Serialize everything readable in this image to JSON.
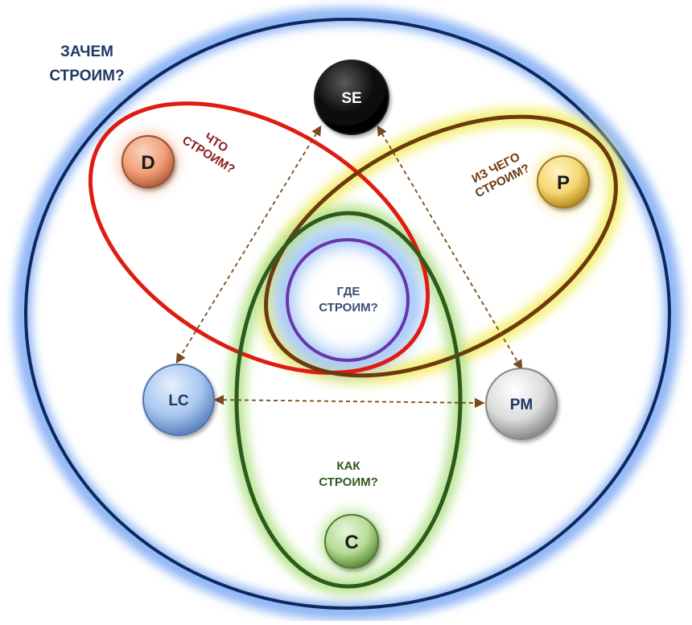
{
  "title": {
    "line1": "ЗАЧЕМ",
    "line2": "СТРОИМ?"
  },
  "sets": {
    "what": {
      "line1": "ЧТО",
      "line2": "СТРОИМ?"
    },
    "from_what": {
      "line1": "ИЗ ЧЕГО",
      "line2": "СТРОИМ?"
    },
    "where": {
      "line1": "ГДЕ",
      "line2": "СТРОИМ?"
    },
    "how": {
      "line1": "КАК",
      "line2": "СТРОИМ?"
    }
  },
  "nodes": {
    "se": "SE",
    "d": "D",
    "p": "P",
    "lc": "LC",
    "pm": "PM",
    "c": "C"
  },
  "colors": {
    "outer_ring": "#0d2a5e",
    "outer_glow": "#8fb6f5",
    "red_ellipse": "#e01b12",
    "brown_ellipse": "#6b3a0f",
    "yellow_glow": "#f3ee6a",
    "green_ellipse": "#2f5a1e",
    "green_glow": "#b6e38f",
    "purple_circle": "#6a35a8",
    "blue_glow": "#9fc4f7",
    "arrow": "#7a4a1e",
    "title_text": "#1f3864",
    "what_text": "#8b1a1a",
    "from_what_text": "#6b3a0f",
    "where_text": "#3a4f70",
    "how_text": "#2f5a1e"
  }
}
